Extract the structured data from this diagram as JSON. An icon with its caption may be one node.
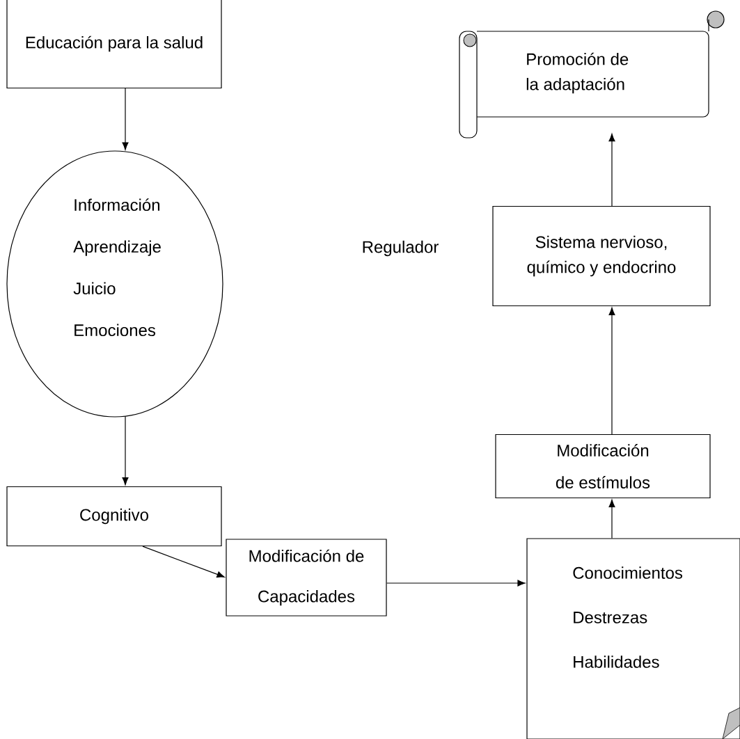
{
  "diagram": {
    "nodes": [
      {
        "text": [
          "Educación para la salud"
        ]
      },
      {
        "text": [
          "Información",
          "Aprendizaje",
          "Juicio",
          "Emociones"
        ]
      },
      {
        "text": [
          "Cognitivo"
        ]
      },
      {
        "text": [
          "Modificación de Capacidades"
        ]
      },
      {
        "text": [
          "Conocimientos",
          "Destrezas",
          "Habilidades"
        ]
      },
      {
        "text": [
          "Modificación de estímulos"
        ]
      },
      {
        "text": [
          "Sistema nervioso, químico y endocrino"
        ],
        "beside": [
          "Regulador"
        ]
      },
      {
        "text": [
          "Promoción de la adaptación"
        ]
      }
    ],
    "edges": [
      {
        "from": 0,
        "to": 1,
        "arrow": "to"
      },
      {
        "from": 1,
        "to": 2,
        "arrow": "to"
      },
      {
        "from": 2,
        "to": 3,
        "arrow": "to"
      },
      {
        "from": 3,
        "to": 4,
        "arrow": "to"
      },
      {
        "from": 4,
        "to": 5,
        "arrow": "to"
      },
      {
        "from": 5,
        "to": 6,
        "arrow": "to"
      },
      {
        "from": 6,
        "to": 7,
        "arrow": "to"
      }
    ]
  }
}
